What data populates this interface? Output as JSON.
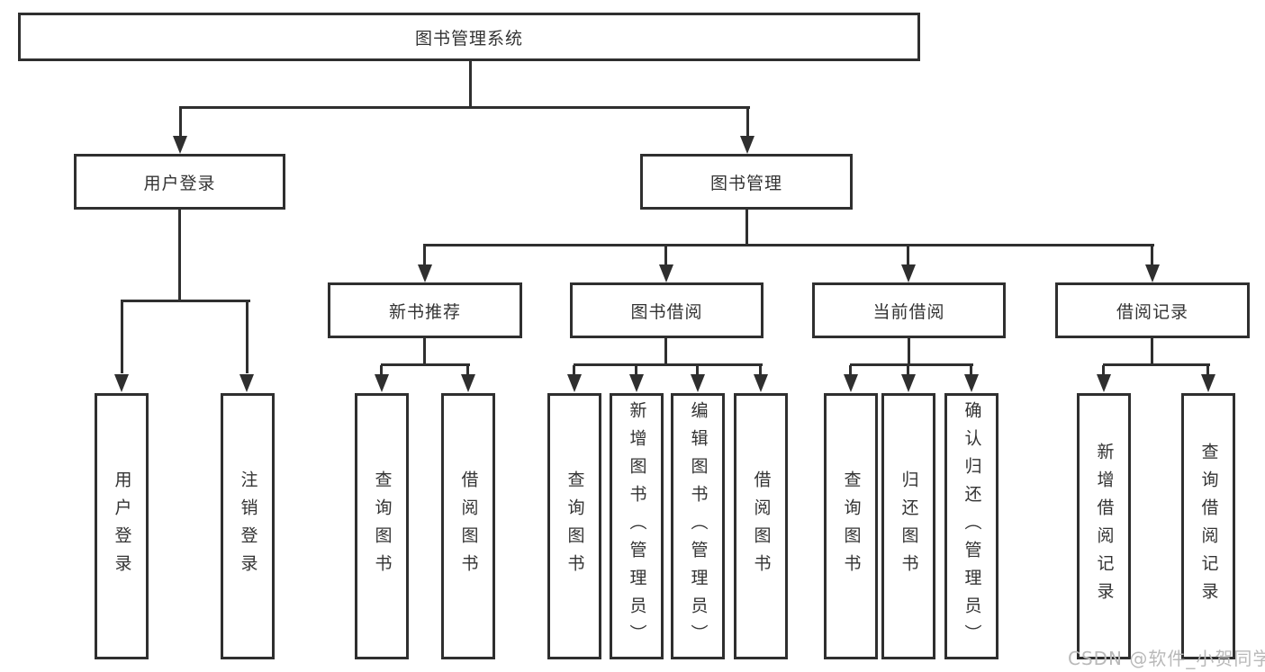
{
  "colors": {
    "background": "#ffffff",
    "line": "#2f2f2f",
    "box_border": "#2f2f2f",
    "box_fill": "#ffffff",
    "text": "#333333",
    "watermark": "#b9b9b9"
  },
  "tree": {
    "root": {
      "label": "图书管理系统"
    },
    "user_login": {
      "label": "用户登录",
      "leaf_user_login": "用户登录",
      "leaf_logout_login": "注销登录"
    },
    "book_mgmt": {
      "label": "图书管理",
      "new_book_rec": {
        "label": "新书推荐",
        "leaf_query_book": "查询图书",
        "leaf_borrow_book": "借阅图书"
      },
      "book_borrow": {
        "label": "图书借阅",
        "leaf_query_book": "查询图书",
        "leaf_add_book_admin": "新增图书（管理员）",
        "leaf_edit_book_admin": "编辑图书（管理员）",
        "leaf_borrow_book": "借阅图书"
      },
      "current_borrow": {
        "label": "当前借阅",
        "leaf_query_book": "查询图书",
        "leaf_return_book": "归还图书",
        "leaf_confirm_return_admin": "确认归还（管理员）"
      },
      "borrow_records": {
        "label": "借阅记录",
        "leaf_add_borrow_record": "新增借阅记录",
        "leaf_query_borrow_record": "查询借阅记录"
      }
    }
  },
  "watermark": {
    "text": "CSDN @软件_小贺同学"
  }
}
